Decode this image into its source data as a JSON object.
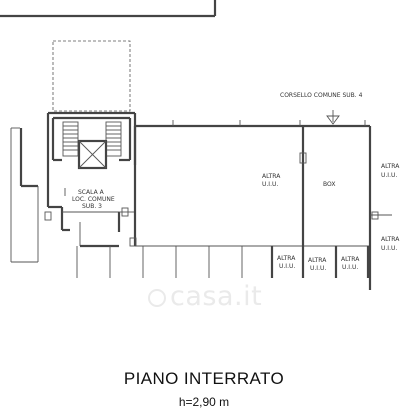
{
  "labels": {
    "corsello": "CORSELLO COMUNE SUB. 4",
    "scala_line1": "SCALA A",
    "scala_line2": "LOC. COMUNE",
    "scala_line3": "SUB. 3",
    "box": "BOX",
    "altra": "ALTRA",
    "uiu": "U.I.U."
  },
  "title": "PIANO INTERRATO",
  "height": "h=2,90 m",
  "watermark": "casa.it"
}
